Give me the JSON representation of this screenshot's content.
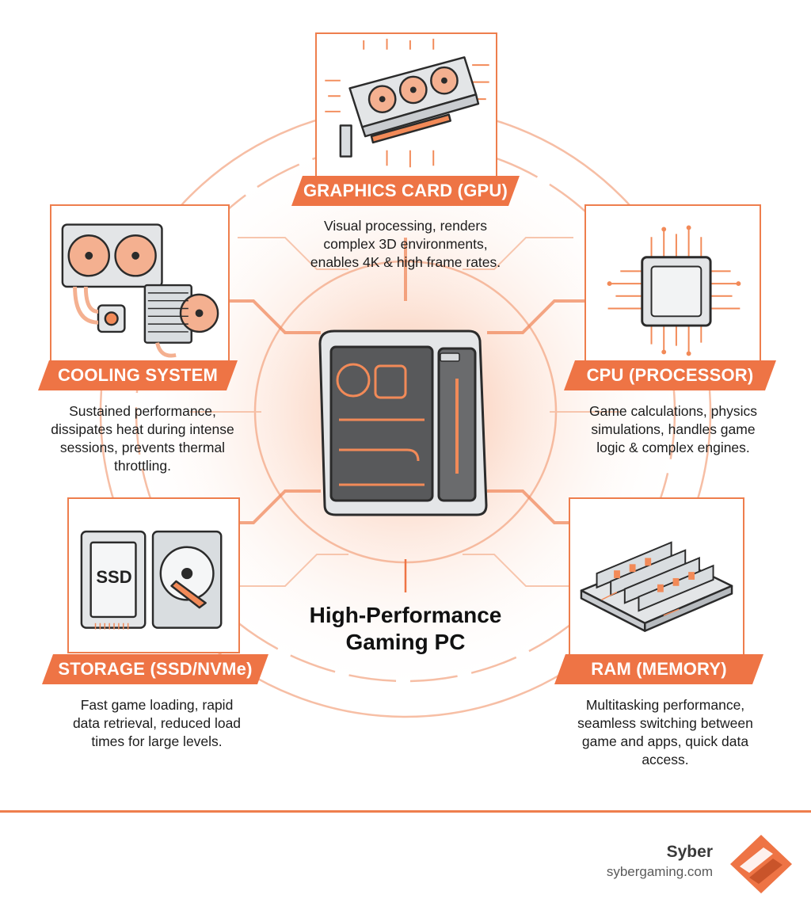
{
  "center": {
    "title_line1": "High-Performance",
    "title_line2": "Gaming PC"
  },
  "components": {
    "gpu": {
      "title": "GRAPHICS CARD (GPU)",
      "desc": [
        "Visual processing, renders",
        "complex 3D environments,",
        "enables 4K & high frame rates."
      ]
    },
    "cooling": {
      "title": "COOLING SYSTEM",
      "desc": [
        "Sustained performance,",
        "dissipates heat during intense",
        "sessions, prevents thermal",
        "throttling."
      ]
    },
    "cpu": {
      "title": "CPU (PROCESSOR)",
      "desc": [
        "Game calculations, physics",
        "simulations, handles game",
        "logic & complex engines."
      ]
    },
    "storage": {
      "title": "STORAGE (SSD/NVMe)",
      "ssd_label": "SSD",
      "desc": [
        "Fast game loading, rapid",
        "data retrieval, reduced load",
        "times for large levels."
      ]
    },
    "ram": {
      "title": "RAM (MEMORY)",
      "desc": [
        "Multitasking performance,",
        "seamless switching between",
        "game and apps, quick data",
        "access."
      ]
    }
  },
  "footer": {
    "brand": "Syber",
    "url": "sybergaming.com"
  },
  "colors": {
    "accent": "#ee7445",
    "accent_light": "#f6b99a",
    "text": "#1c1c1c",
    "metal": "#d9dde0",
    "dark_panel": "#5a5a5c"
  }
}
